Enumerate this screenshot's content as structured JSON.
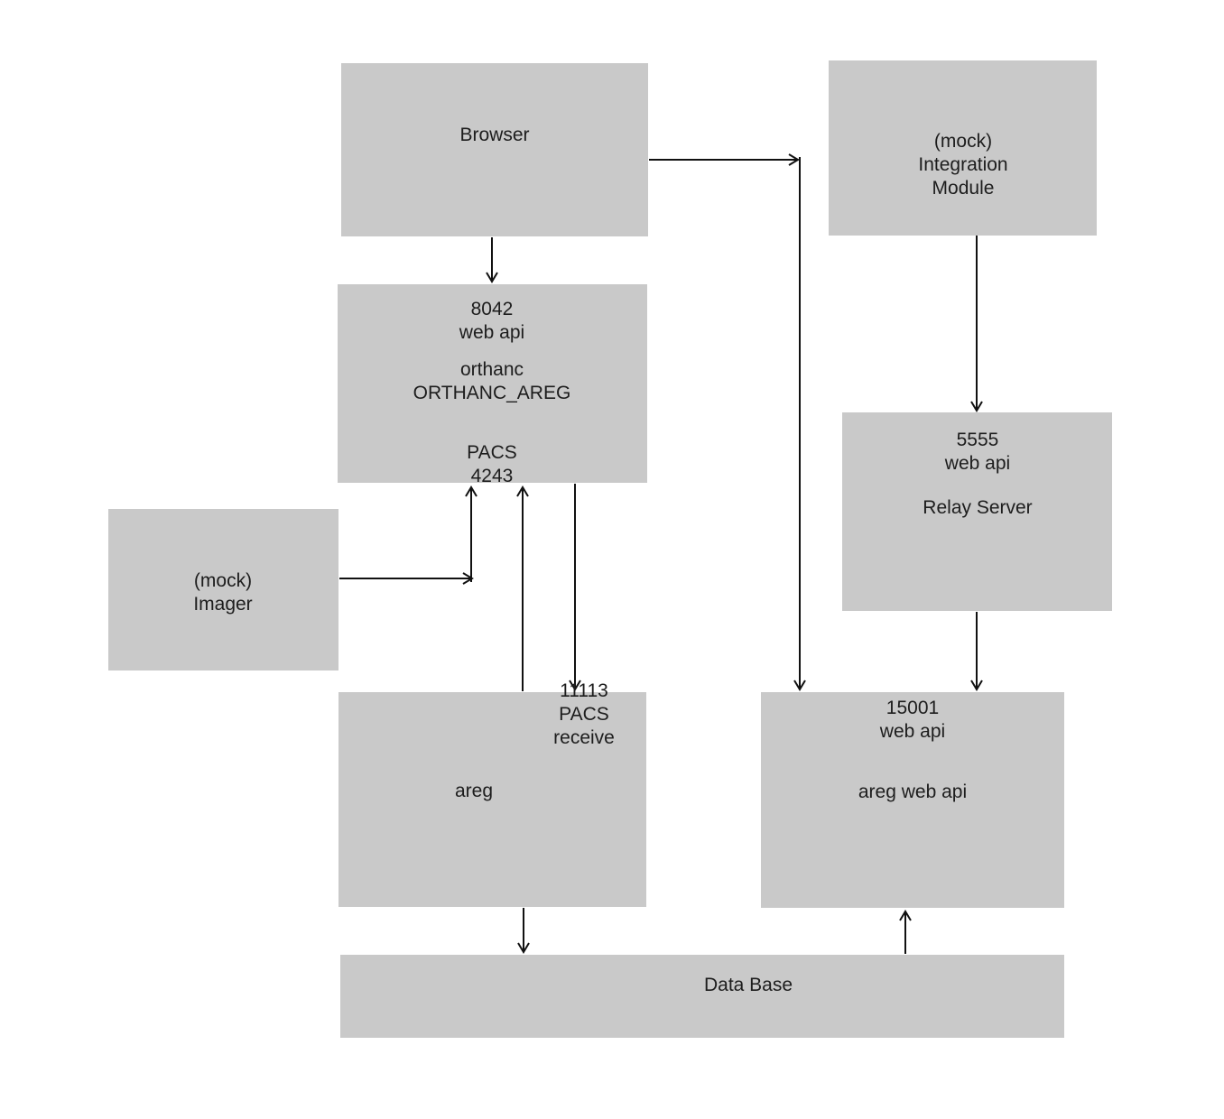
{
  "diagram": {
    "colors": {
      "background": "#ffffff",
      "box_fill": "#c9c9c9",
      "line": "#111111",
      "text": "#1d1d1d"
    },
    "boxes": {
      "browser": {
        "label": "Browser"
      },
      "integration_module": {
        "label": [
          "(mock)",
          "Integration",
          "Module"
        ]
      },
      "orthanc": {
        "port_top": [
          "8042",
          "web api"
        ],
        "name": [
          "orthanc",
          "ORTHANC_AREG"
        ],
        "port_bottom": [
          "PACS",
          "4243"
        ]
      },
      "imager": {
        "label": [
          "(mock)",
          "Imager"
        ]
      },
      "relay_server": {
        "port": [
          "5555",
          "web api"
        ],
        "name": "Relay Server"
      },
      "areg": {
        "port": [
          "11113",
          "PACS receive"
        ],
        "name": "areg"
      },
      "areg_web_api": {
        "port": [
          "15001",
          "web api"
        ],
        "name": "areg web api"
      },
      "database": {
        "label": "Data Base"
      }
    }
  }
}
